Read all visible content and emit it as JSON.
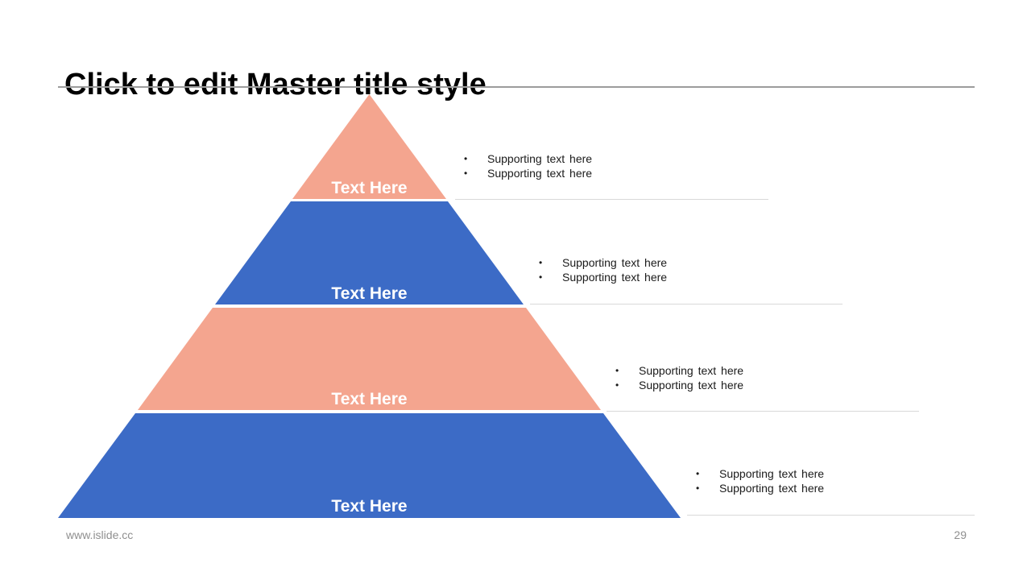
{
  "slide": {
    "title": "Click to edit Master title style",
    "footer_url": "www.islide.cc",
    "page_number": "29"
  },
  "pyramid": {
    "layers": [
      {
        "label": "Text Here",
        "color": "#F4A58F"
      },
      {
        "label": "Text Here",
        "color": "#3C6BC6"
      },
      {
        "label": "Text Here",
        "color": "#F4A58F"
      },
      {
        "label": "Text Here",
        "color": "#3C6BC6"
      }
    ]
  },
  "supporting_blocks": [
    {
      "bullets": [
        "Supporting text here",
        "Supporting text here"
      ]
    },
    {
      "bullets": [
        "Supporting text here",
        "Supporting text here"
      ]
    },
    {
      "bullets": [
        "Supporting text here",
        "Supporting text here"
      ]
    },
    {
      "bullets": [
        "Supporting text here",
        "Supporting text here"
      ]
    }
  ],
  "glyphs": {
    "bullet_char": "•"
  },
  "colors": {
    "salmon": "#F4A58F",
    "blue": "#3C6BC6",
    "title_rule": "#9c9c9c",
    "separator": "#d9d9d9",
    "footer_text": "#8f8f8f"
  }
}
